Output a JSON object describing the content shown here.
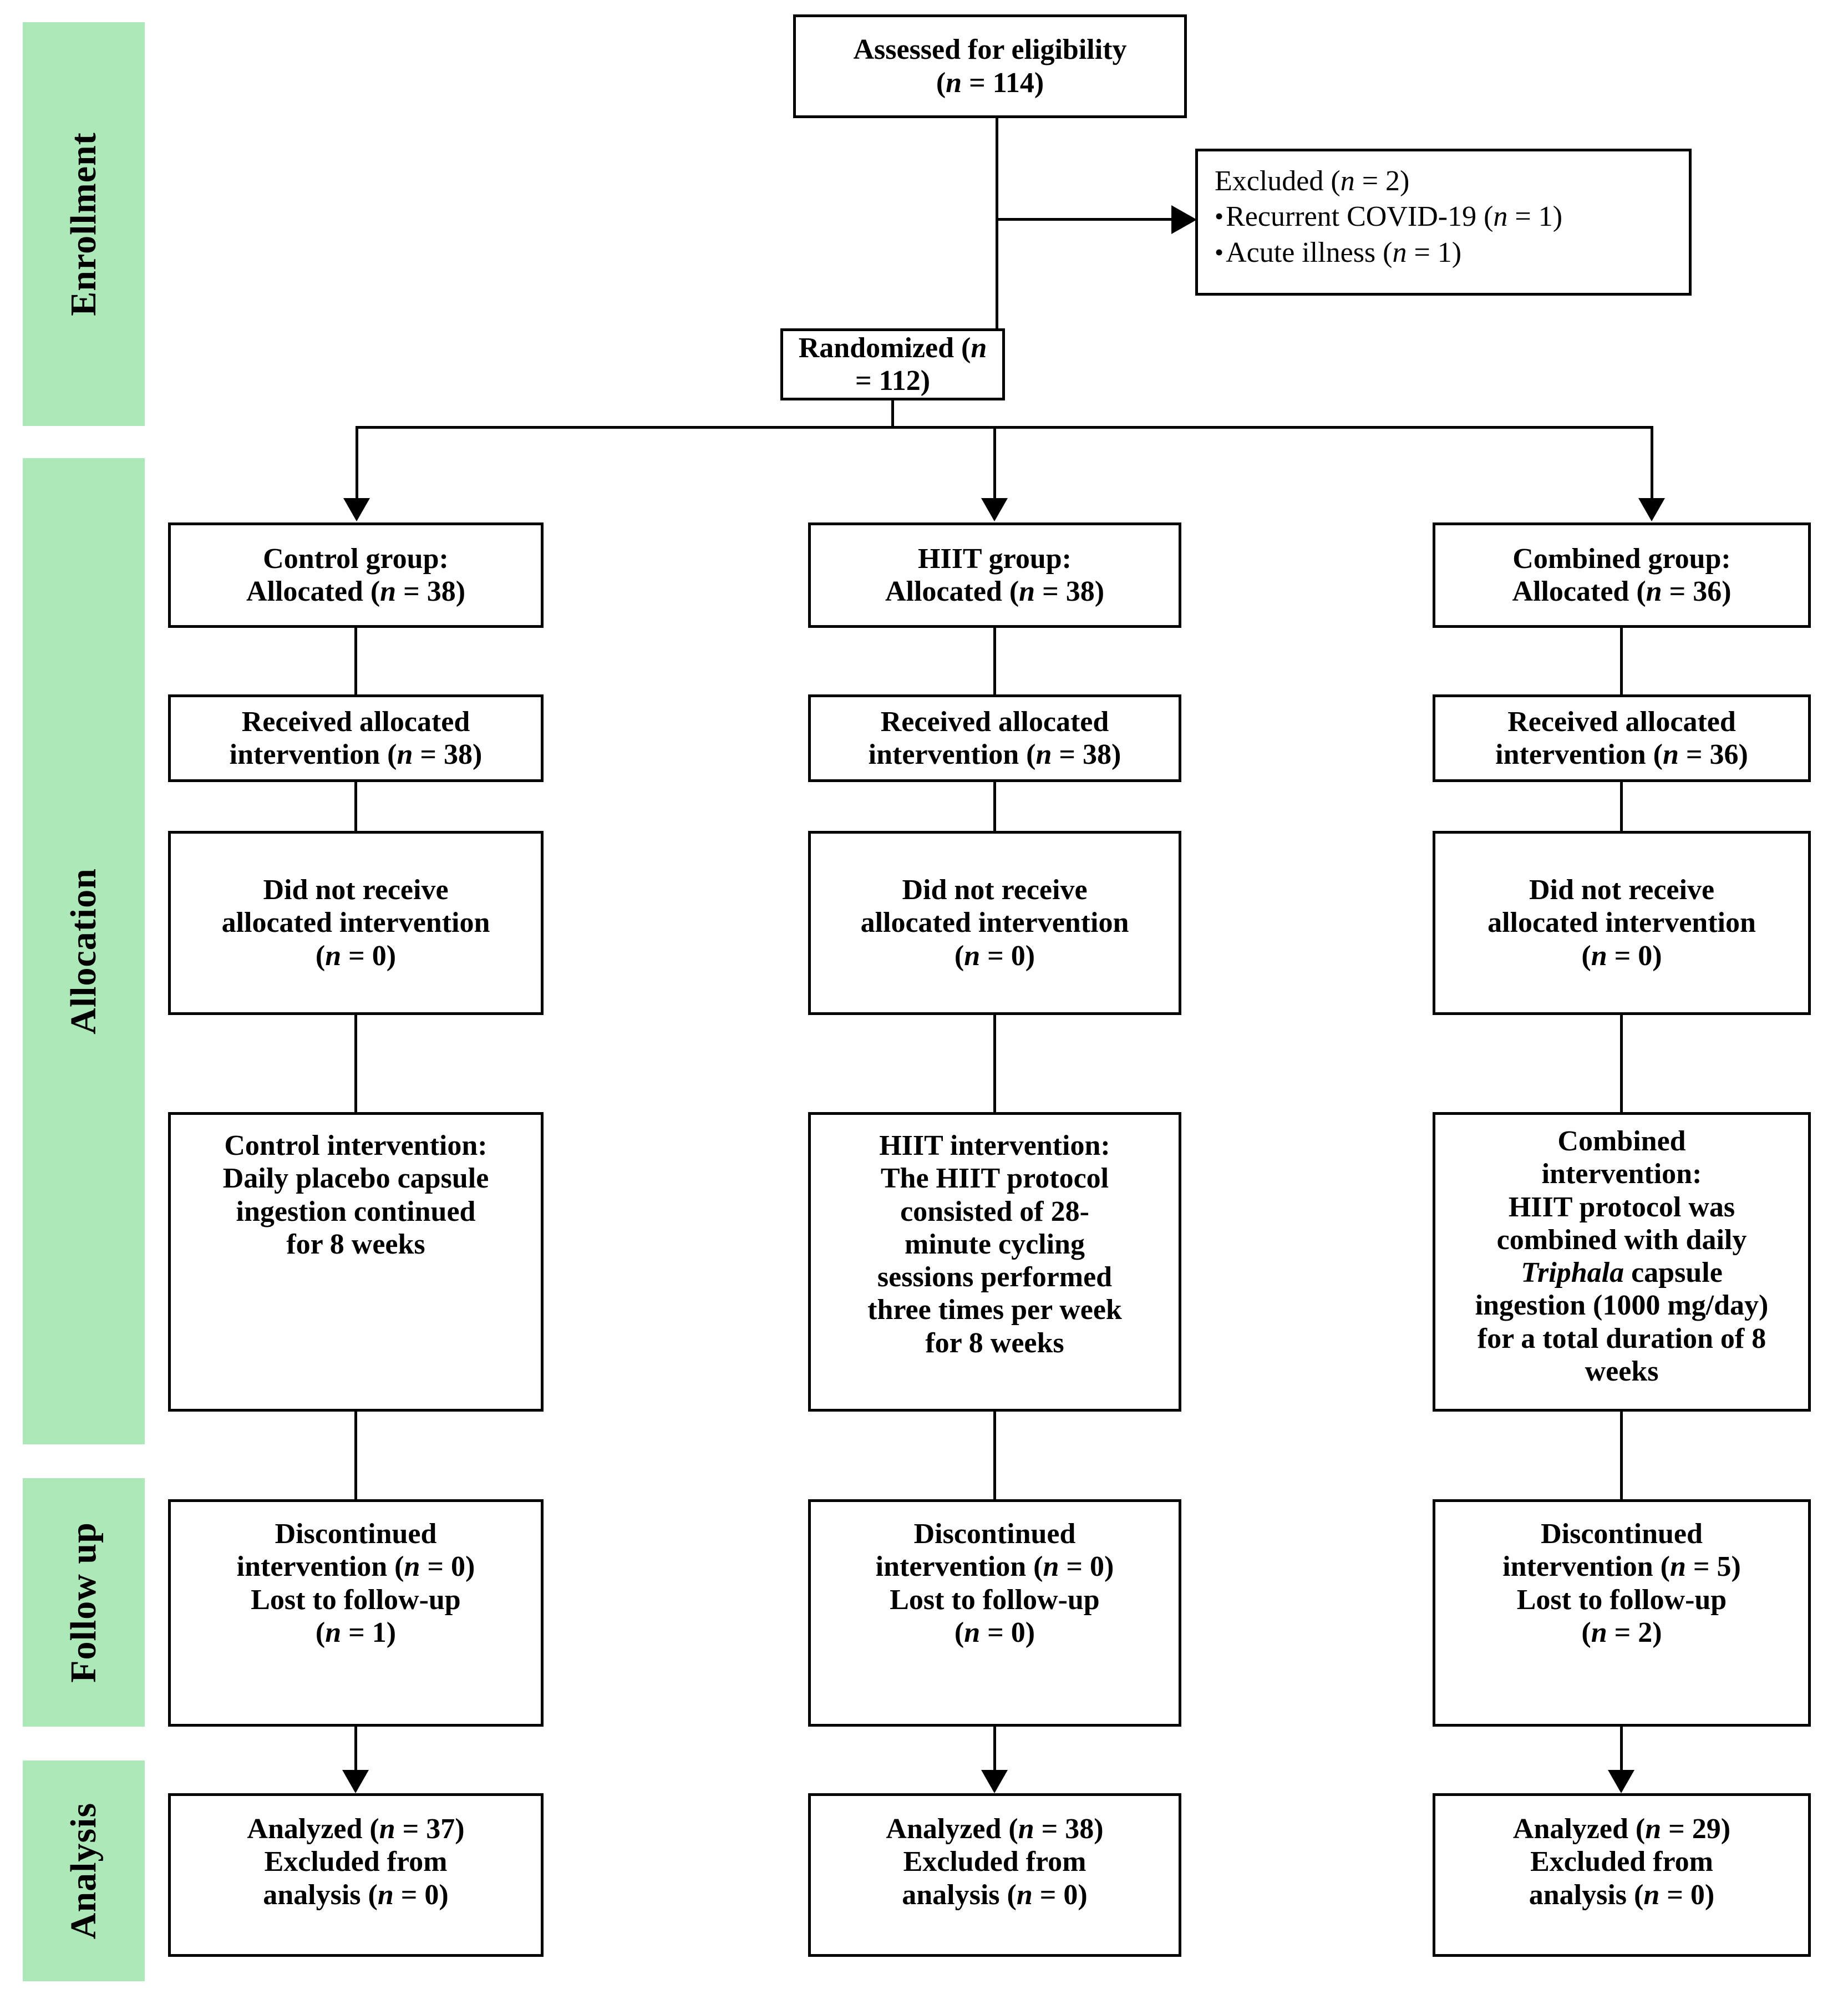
{
  "diagram": {
    "title": "CONSORT participant flow diagram",
    "accent_green": "#ade8b9",
    "line_color": "#000000"
  },
  "phases": [
    {
      "id": "enrollment",
      "label": "Enrollment"
    },
    {
      "id": "allocation",
      "label": "Allocation"
    },
    {
      "id": "followup",
      "label": "Follow up"
    },
    {
      "id": "analysis",
      "label": "Analysis"
    }
  ],
  "enrollment": {
    "assessed": {
      "line1": "Assessed for eligibility",
      "line2_pre": "(",
      "line2_n": "n",
      "line2_post": " = 114)"
    },
    "excluded": {
      "heading_pre": "Excluded (",
      "heading_n": "n",
      "heading_post": " = 2)",
      "items": [
        {
          "text": "Recurrent COVID-19  (",
          "n": "n",
          "post": " = 1)"
        },
        {
          "text": "Acute illness (",
          "n": "n",
          "post": " = 1)"
        }
      ]
    },
    "randomized": {
      "pre": "Randomized (",
      "n": "n",
      "post": " = 112)"
    }
  },
  "columns": [
    {
      "id": "control",
      "allocated": {
        "line1": "Control group:",
        "line2_pre": "Allocated (",
        "line2_n": "n",
        "line2_post": " = 38)"
      },
      "received": {
        "line1": "Received allocated",
        "line2_pre": "intervention (",
        "line2_n": "n",
        "line2_post": " = 38)"
      },
      "notreceived": {
        "line1": "Did not receive",
        "line2": "allocated intervention",
        "line3_pre": "(",
        "line3_n": "n",
        "line3_post": " = 0)"
      },
      "intervention": {
        "line1": "Control intervention:",
        "line2": "Daily placebo capsule",
        "line3": "ingestion continued",
        "line4": "for 8 weeks"
      },
      "followup": {
        "line1": "Discontinued",
        "line2_pre": "intervention (",
        "line2_n": "n",
        "line2_post": " = 0)",
        "line3": "Lost to follow-up",
        "line4_pre": "(",
        "line4_n": "n",
        "line4_post": " = 1)"
      },
      "analysis": {
        "line1_pre": "Analyzed (",
        "line1_n": "n",
        "line1_post": " = 37)",
        "line2": "Excluded from",
        "line3_pre": "analysis (",
        "line3_n": "n",
        "line3_post": " = 0)"
      }
    },
    {
      "id": "hiit",
      "allocated": {
        "line1": "HIIT group:",
        "line2_pre": "Allocated (",
        "line2_n": "n",
        "line2_post": " = 38)"
      },
      "received": {
        "line1": "Received allocated",
        "line2_pre": "intervention (",
        "line2_n": "n",
        "line2_post": " = 38)"
      },
      "notreceived": {
        "line1": "Did not receive",
        "line2": "allocated intervention",
        "line3_pre": "(",
        "line3_n": "n",
        "line3_post": " = 0)"
      },
      "intervention": {
        "line1": "HIIT intervention:",
        "line2": "The HIIT protocol",
        "line3": "consisted of 28-",
        "line4": "minute cycling",
        "line5": "sessions performed",
        "line6": "three times per week",
        "line7": "for 8 weeks"
      },
      "followup": {
        "line1": "Discontinued",
        "line2_pre": "intervention (",
        "line2_n": "n",
        "line2_post": " = 0)",
        "line3": "Lost to follow-up",
        "line4_pre": "(",
        "line4_n": "n",
        "line4_post": " = 0)"
      },
      "analysis": {
        "line1_pre": "Analyzed (",
        "line1_n": "n",
        "line1_post": " = 38)",
        "line2": "Excluded from",
        "line3_pre": "analysis (",
        "line3_n": "n",
        "line3_post": " = 0)"
      }
    },
    {
      "id": "combined",
      "allocated": {
        "line1": "Combined group:",
        "line2_pre": "Allocated (",
        "line2_n": "n",
        "line2_post": " = 36)"
      },
      "received": {
        "line1": "Received allocated",
        "line2_pre": "intervention (",
        "line2_n": "n",
        "line2_post": " = 36)"
      },
      "notreceived": {
        "line1": "Did not receive",
        "line2": "allocated intervention",
        "line3_pre": "(",
        "line3_n": "n",
        "line3_post": " = 0)"
      },
      "intervention": {
        "line1": "Combined",
        "line2": "intervention:",
        "line3": "HIIT protocol was",
        "line4": "combined with daily",
        "line5_it": "Triphala",
        "line5_post": " capsule",
        "line6": "ingestion (1000 mg/day)",
        "line7": "for a total duration of 8",
        "line8": "weeks"
      },
      "followup": {
        "line1": "Discontinued",
        "line2_pre": "intervention (",
        "line2_n": "n",
        "line2_post": " = 5)",
        "line3": "Lost to follow-up",
        "line4_pre": "(",
        "line4_n": "n",
        "line4_post": " = 2)"
      },
      "analysis": {
        "line1_pre": "Analyzed (",
        "line1_n": "n",
        "line1_post": " = 29)",
        "line2": "Excluded from",
        "line3_pre": "analysis (",
        "line3_n": "n",
        "line3_post": " = 0)"
      }
    }
  ]
}
